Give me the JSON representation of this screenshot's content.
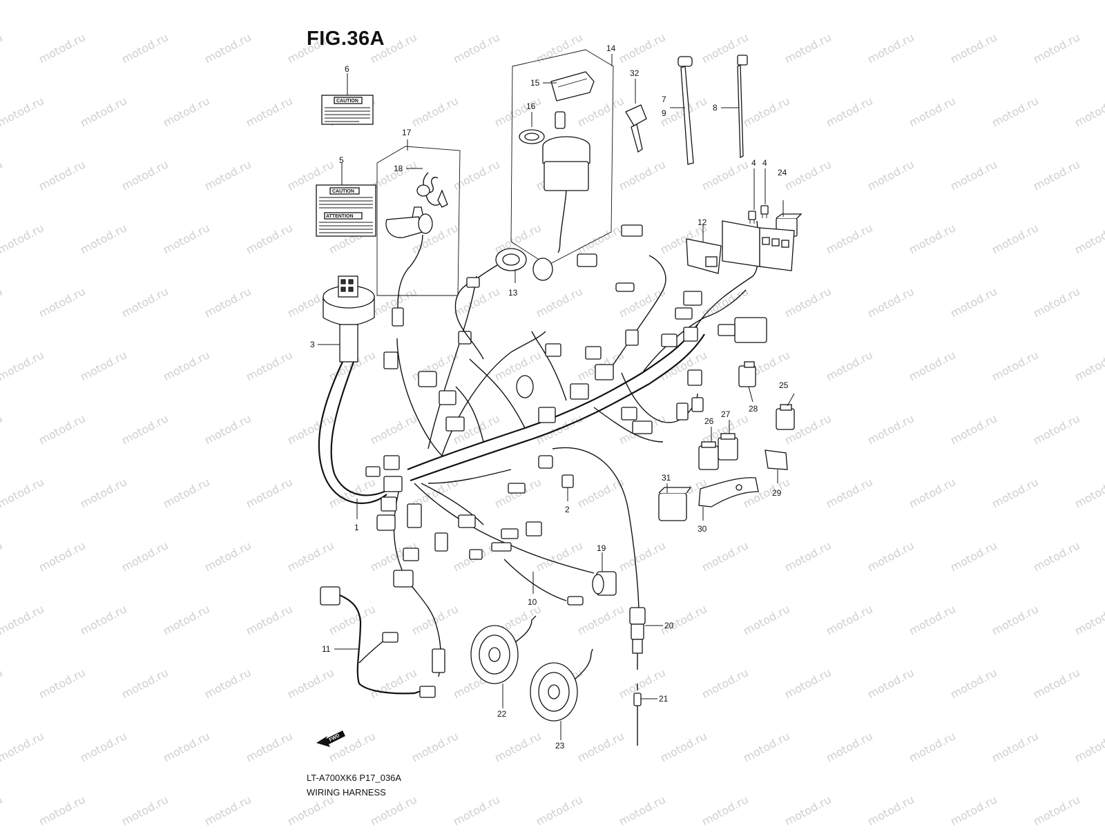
{
  "figure": {
    "title": "FIG.36A",
    "code": "LT-A700XK6 P17_036A",
    "name": "WIRING HARNESS"
  },
  "watermark": "motod.ru",
  "label_texts": {
    "caution": "CAUTION",
    "attention": "ATTENTION",
    "fwd": "FWD"
  },
  "callouts": {
    "c1": "1",
    "c2": "2",
    "c3": "3",
    "c4a": "4",
    "c4b": "4",
    "c5": "5",
    "c6": "6",
    "c7": "7",
    "c8": "8",
    "c9": "9",
    "c10": "10",
    "c11": "11",
    "c12": "12",
    "c13": "13",
    "c14": "14",
    "c15": "15",
    "c16": "16",
    "c17": "17",
    "c18": "18",
    "c19": "19",
    "c20": "20",
    "c21": "21",
    "c22": "22",
    "c23": "23",
    "c24": "24",
    "c25": "25",
    "c26": "26",
    "c27": "27",
    "c28": "28",
    "c29": "29",
    "c30": "30",
    "c31": "31",
    "c32": "32"
  }
}
